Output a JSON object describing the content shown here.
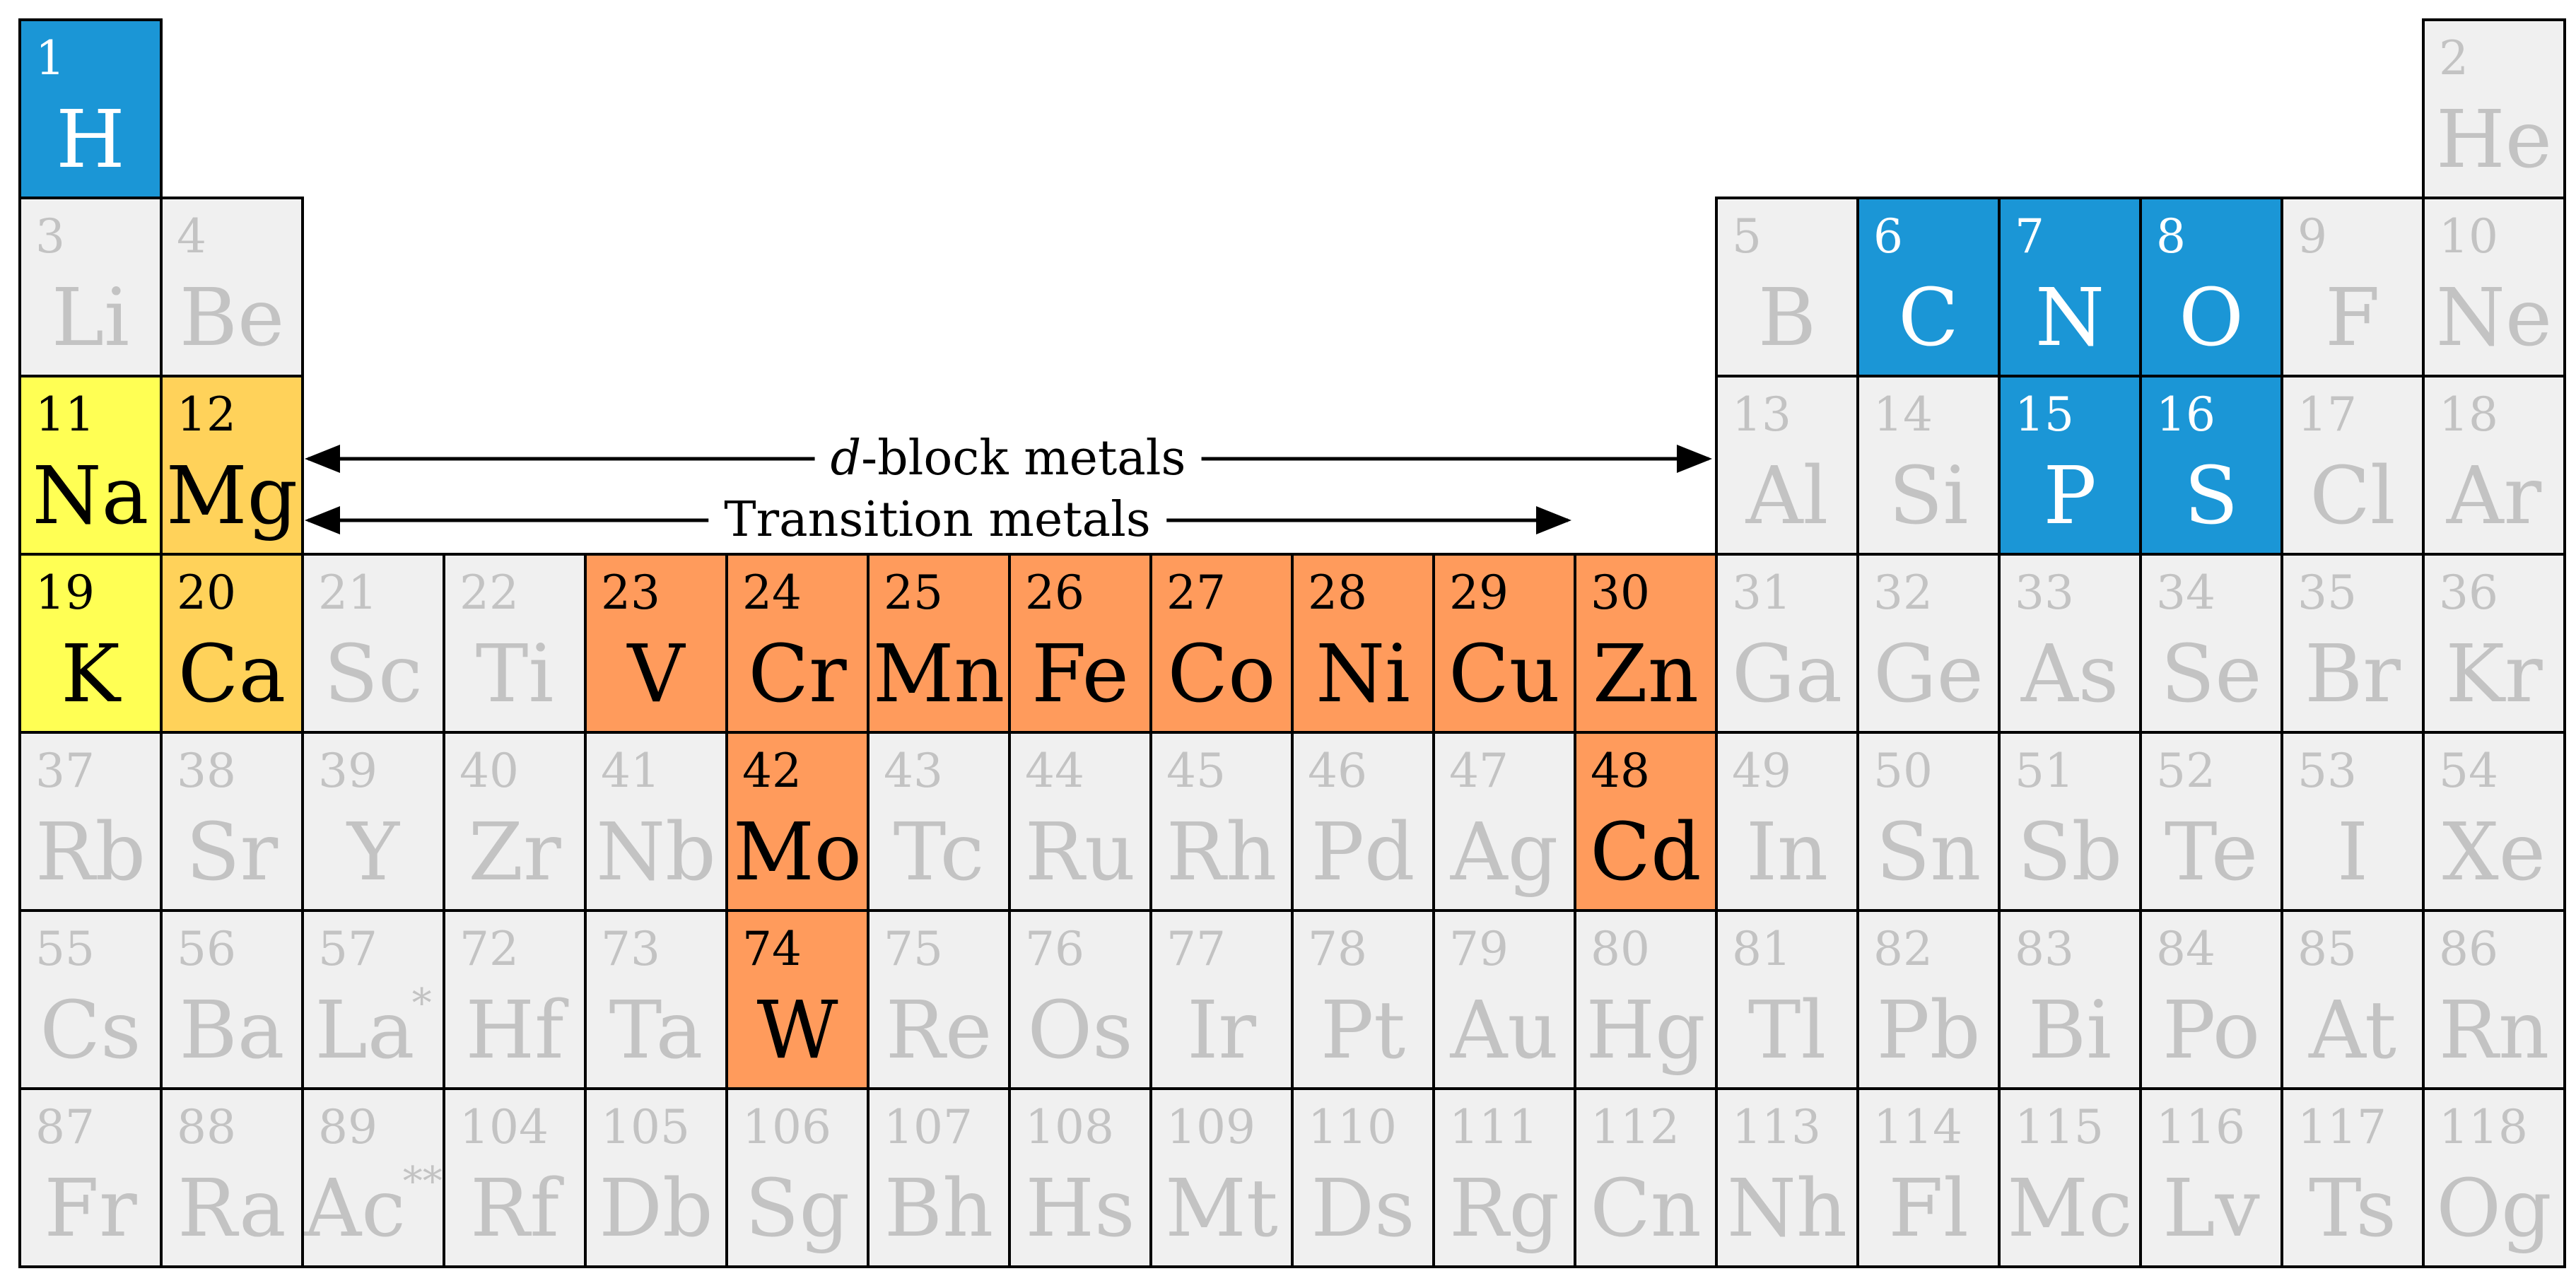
{
  "colors": {
    "inactive": "#f0f0f0",
    "nonmetal": "#1b96d6",
    "alkali": "#ffff54",
    "alkaline_earth": "#ffd25a",
    "transition": "#ff9b5c"
  },
  "labels": {
    "dblock_italic": "d",
    "dblock_rest": "-block metals",
    "transition": "Transition metals"
  },
  "elements": [
    {
      "n": "1",
      "s": "H",
      "r": 1,
      "c": 1,
      "cat": "nonmetal"
    },
    {
      "n": "2",
      "s": "He",
      "r": 1,
      "c": 18,
      "cat": "inactive"
    },
    {
      "n": "3",
      "s": "Li",
      "r": 2,
      "c": 1,
      "cat": "inactive"
    },
    {
      "n": "4",
      "s": "Be",
      "r": 2,
      "c": 2,
      "cat": "inactive"
    },
    {
      "n": "5",
      "s": "B",
      "r": 2,
      "c": 13,
      "cat": "inactive"
    },
    {
      "n": "6",
      "s": "C",
      "r": 2,
      "c": 14,
      "cat": "nonmetal"
    },
    {
      "n": "7",
      "s": "N",
      "r": 2,
      "c": 15,
      "cat": "nonmetal"
    },
    {
      "n": "8",
      "s": "O",
      "r": 2,
      "c": 16,
      "cat": "nonmetal"
    },
    {
      "n": "9",
      "s": "F",
      "r": 2,
      "c": 17,
      "cat": "inactive"
    },
    {
      "n": "10",
      "s": "Ne",
      "r": 2,
      "c": 18,
      "cat": "inactive"
    },
    {
      "n": "11",
      "s": "Na",
      "r": 3,
      "c": 1,
      "cat": "alkali"
    },
    {
      "n": "12",
      "s": "Mg",
      "r": 3,
      "c": 2,
      "cat": "alkaline"
    },
    {
      "n": "13",
      "s": "Al",
      "r": 3,
      "c": 13,
      "cat": "inactive"
    },
    {
      "n": "14",
      "s": "Si",
      "r": 3,
      "c": 14,
      "cat": "inactive"
    },
    {
      "n": "15",
      "s": "P",
      "r": 3,
      "c": 15,
      "cat": "nonmetal"
    },
    {
      "n": "16",
      "s": "S",
      "r": 3,
      "c": 16,
      "cat": "nonmetal"
    },
    {
      "n": "17",
      "s": "Cl",
      "r": 3,
      "c": 17,
      "cat": "inactive"
    },
    {
      "n": "18",
      "s": "Ar",
      "r": 3,
      "c": 18,
      "cat": "inactive"
    },
    {
      "n": "19",
      "s": "K",
      "r": 4,
      "c": 1,
      "cat": "alkali"
    },
    {
      "n": "20",
      "s": "Ca",
      "r": 4,
      "c": 2,
      "cat": "alkaline"
    },
    {
      "n": "21",
      "s": "Sc",
      "r": 4,
      "c": 3,
      "cat": "inactive"
    },
    {
      "n": "22",
      "s": "Ti",
      "r": 4,
      "c": 4,
      "cat": "inactive"
    },
    {
      "n": "23",
      "s": "V",
      "r": 4,
      "c": 5,
      "cat": "transition"
    },
    {
      "n": "24",
      "s": "Cr",
      "r": 4,
      "c": 6,
      "cat": "transition"
    },
    {
      "n": "25",
      "s": "Mn",
      "r": 4,
      "c": 7,
      "cat": "transition"
    },
    {
      "n": "26",
      "s": "Fe",
      "r": 4,
      "c": 8,
      "cat": "transition"
    },
    {
      "n": "27",
      "s": "Co",
      "r": 4,
      "c": 9,
      "cat": "transition"
    },
    {
      "n": "28",
      "s": "Ni",
      "r": 4,
      "c": 10,
      "cat": "transition"
    },
    {
      "n": "29",
      "s": "Cu",
      "r": 4,
      "c": 11,
      "cat": "transition"
    },
    {
      "n": "30",
      "s": "Zn",
      "r": 4,
      "c": 12,
      "cat": "transition"
    },
    {
      "n": "31",
      "s": "Ga",
      "r": 4,
      "c": 13,
      "cat": "inactive"
    },
    {
      "n": "32",
      "s": "Ge",
      "r": 4,
      "c": 14,
      "cat": "inactive"
    },
    {
      "n": "33",
      "s": "As",
      "r": 4,
      "c": 15,
      "cat": "inactive"
    },
    {
      "n": "34",
      "s": "Se",
      "r": 4,
      "c": 16,
      "cat": "inactive"
    },
    {
      "n": "35",
      "s": "Br",
      "r": 4,
      "c": 17,
      "cat": "inactive"
    },
    {
      "n": "36",
      "s": "Kr",
      "r": 4,
      "c": 18,
      "cat": "inactive"
    },
    {
      "n": "37",
      "s": "Rb",
      "r": 5,
      "c": 1,
      "cat": "inactive"
    },
    {
      "n": "38",
      "s": "Sr",
      "r": 5,
      "c": 2,
      "cat": "inactive"
    },
    {
      "n": "39",
      "s": "Y",
      "r": 5,
      "c": 3,
      "cat": "inactive"
    },
    {
      "n": "40",
      "s": "Zr",
      "r": 5,
      "c": 4,
      "cat": "inactive"
    },
    {
      "n": "41",
      "s": "Nb",
      "r": 5,
      "c": 5,
      "cat": "inactive"
    },
    {
      "n": "42",
      "s": "Mo",
      "r": 5,
      "c": 6,
      "cat": "transition"
    },
    {
      "n": "43",
      "s": "Tc",
      "r": 5,
      "c": 7,
      "cat": "inactive"
    },
    {
      "n": "44",
      "s": "Ru",
      "r": 5,
      "c": 8,
      "cat": "inactive"
    },
    {
      "n": "45",
      "s": "Rh",
      "r": 5,
      "c": 9,
      "cat": "inactive"
    },
    {
      "n": "46",
      "s": "Pd",
      "r": 5,
      "c": 10,
      "cat": "inactive"
    },
    {
      "n": "47",
      "s": "Ag",
      "r": 5,
      "c": 11,
      "cat": "inactive"
    },
    {
      "n": "48",
      "s": "Cd",
      "r": 5,
      "c": 12,
      "cat": "transition"
    },
    {
      "n": "49",
      "s": "In",
      "r": 5,
      "c": 13,
      "cat": "inactive"
    },
    {
      "n": "50",
      "s": "Sn",
      "r": 5,
      "c": 14,
      "cat": "inactive"
    },
    {
      "n": "51",
      "s": "Sb",
      "r": 5,
      "c": 15,
      "cat": "inactive"
    },
    {
      "n": "52",
      "s": "Te",
      "r": 5,
      "c": 16,
      "cat": "inactive"
    },
    {
      "n": "53",
      "s": "I",
      "r": 5,
      "c": 17,
      "cat": "inactive"
    },
    {
      "n": "54",
      "s": "Xe",
      "r": 5,
      "c": 18,
      "cat": "inactive"
    },
    {
      "n": "55",
      "s": "Cs",
      "r": 6,
      "c": 1,
      "cat": "inactive"
    },
    {
      "n": "56",
      "s": "Ba",
      "r": 6,
      "c": 2,
      "cat": "inactive"
    },
    {
      "n": "57",
      "s": "La",
      "r": 6,
      "c": 3,
      "cat": "inactive",
      "mark": "*"
    },
    {
      "n": "72",
      "s": "Hf",
      "r": 6,
      "c": 4,
      "cat": "inactive"
    },
    {
      "n": "73",
      "s": "Ta",
      "r": 6,
      "c": 5,
      "cat": "inactive"
    },
    {
      "n": "74",
      "s": "W",
      "r": 6,
      "c": 6,
      "cat": "transition"
    },
    {
      "n": "75",
      "s": "Re",
      "r": 6,
      "c": 7,
      "cat": "inactive"
    },
    {
      "n": "76",
      "s": "Os",
      "r": 6,
      "c": 8,
      "cat": "inactive"
    },
    {
      "n": "77",
      "s": "Ir",
      "r": 6,
      "c": 9,
      "cat": "inactive"
    },
    {
      "n": "78",
      "s": "Pt",
      "r": 6,
      "c": 10,
      "cat": "inactive"
    },
    {
      "n": "79",
      "s": "Au",
      "r": 6,
      "c": 11,
      "cat": "inactive"
    },
    {
      "n": "80",
      "s": "Hg",
      "r": 6,
      "c": 12,
      "cat": "inactive"
    },
    {
      "n": "81",
      "s": "Tl",
      "r": 6,
      "c": 13,
      "cat": "inactive"
    },
    {
      "n": "82",
      "s": "Pb",
      "r": 6,
      "c": 14,
      "cat": "inactive"
    },
    {
      "n": "83",
      "s": "Bi",
      "r": 6,
      "c": 15,
      "cat": "inactive"
    },
    {
      "n": "84",
      "s": "Po",
      "r": 6,
      "c": 16,
      "cat": "inactive"
    },
    {
      "n": "85",
      "s": "At",
      "r": 6,
      "c": 17,
      "cat": "inactive"
    },
    {
      "n": "86",
      "s": "Rn",
      "r": 6,
      "c": 18,
      "cat": "inactive"
    },
    {
      "n": "87",
      "s": "Fr",
      "r": 7,
      "c": 1,
      "cat": "inactive"
    },
    {
      "n": "88",
      "s": "Ra",
      "r": 7,
      "c": 2,
      "cat": "inactive"
    },
    {
      "n": "89",
      "s": "Ac",
      "r": 7,
      "c": 3,
      "cat": "inactive",
      "mark": "**"
    },
    {
      "n": "104",
      "s": "Rf",
      "r": 7,
      "c": 4,
      "cat": "inactive"
    },
    {
      "n": "105",
      "s": "Db",
      "r": 7,
      "c": 5,
      "cat": "inactive"
    },
    {
      "n": "106",
      "s": "Sg",
      "r": 7,
      "c": 6,
      "cat": "inactive"
    },
    {
      "n": "107",
      "s": "Bh",
      "r": 7,
      "c": 7,
      "cat": "inactive"
    },
    {
      "n": "108",
      "s": "Hs",
      "r": 7,
      "c": 8,
      "cat": "inactive"
    },
    {
      "n": "109",
      "s": "Mt",
      "r": 7,
      "c": 9,
      "cat": "inactive"
    },
    {
      "n": "110",
      "s": "Ds",
      "r": 7,
      "c": 10,
      "cat": "inactive"
    },
    {
      "n": "111",
      "s": "Rg",
      "r": 7,
      "c": 11,
      "cat": "inactive"
    },
    {
      "n": "112",
      "s": "Cn",
      "r": 7,
      "c": 12,
      "cat": "inactive"
    },
    {
      "n": "113",
      "s": "Nh",
      "r": 7,
      "c": 13,
      "cat": "inactive"
    },
    {
      "n": "114",
      "s": "Fl",
      "r": 7,
      "c": 14,
      "cat": "inactive"
    },
    {
      "n": "115",
      "s": "Mc",
      "r": 7,
      "c": 15,
      "cat": "inactive"
    },
    {
      "n": "116",
      "s": "Lv",
      "r": 7,
      "c": 16,
      "cat": "inactive"
    },
    {
      "n": "117",
      "s": "Ts",
      "r": 7,
      "c": 17,
      "cat": "inactive"
    },
    {
      "n": "118",
      "s": "Og",
      "r": 7,
      "c": 18,
      "cat": "inactive"
    }
  ]
}
